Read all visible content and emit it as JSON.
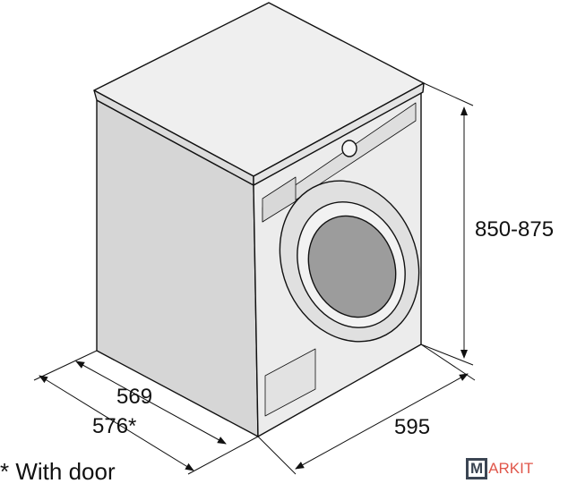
{
  "title": "Washing machine dimensions",
  "dimensions": {
    "height": "850-875",
    "width": "595",
    "depth": "569",
    "depth_with_door": "576*"
  },
  "footnote": "* With door",
  "watermark": {
    "box_letter": "M",
    "rest": "ARKIT"
  },
  "colors": {
    "body": "#e6e6e6",
    "side": "#d4d4d4",
    "top": "#efefef",
    "glass": "#9a9a9a",
    "logo_red": "#e0564a",
    "logo_dark": "#3b4553"
  }
}
